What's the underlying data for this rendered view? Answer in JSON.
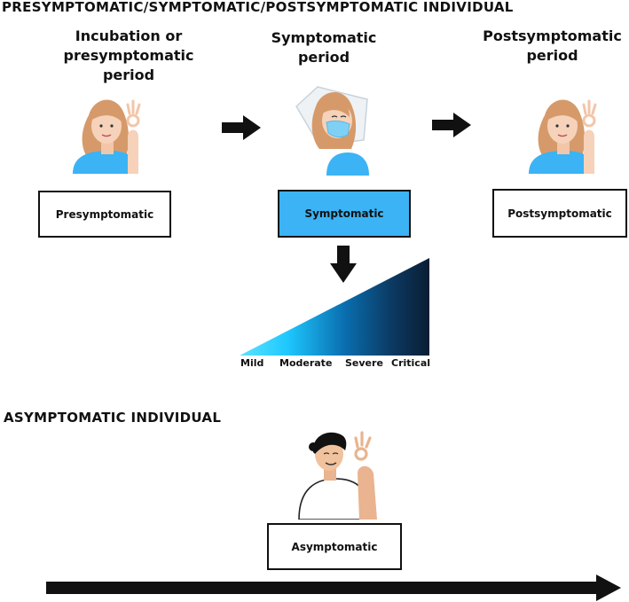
{
  "titles": {
    "symptomatic_individual": "PRESYMPTOMATIC/SYMPTOMATIC/POSTSYMPTOMATIC  INDIVIDUAL",
    "asymptomatic_individual": "ASYMPTOMATIC  INDIVIDUAL"
  },
  "periods": {
    "incubation_line1": "Incubation or",
    "incubation_line2": "presymptomatic period",
    "symptomatic_line1": "Symptomatic",
    "symptomatic_line2": "period",
    "postsymptomatic_line1": "Postsymptomatic",
    "postsymptomatic_line2": "period"
  },
  "stages": {
    "presymptomatic": "Presymptomatic",
    "symptomatic": "Symptomatic",
    "postsymptomatic": "Postsymptomatic",
    "asymptomatic": "Asymptomatic"
  },
  "severity": {
    "mild": "Mild",
    "moderate": "Moderate",
    "severe": "Severe",
    "critical": "Critical"
  },
  "colors": {
    "shirt_blue": "#3bb3f5",
    "symptomatic_box": "#3bb3f5",
    "gradient_start": "#1ec8ff",
    "gradient_end": "#0b1d33",
    "arrow": "#111111"
  },
  "icons": {
    "woman": "woman-ok-gesture-icon",
    "sick_woman": "sick-woman-mask-icon",
    "man": "man-ok-gesture-icon",
    "arrow": "arrow-right-icon"
  }
}
